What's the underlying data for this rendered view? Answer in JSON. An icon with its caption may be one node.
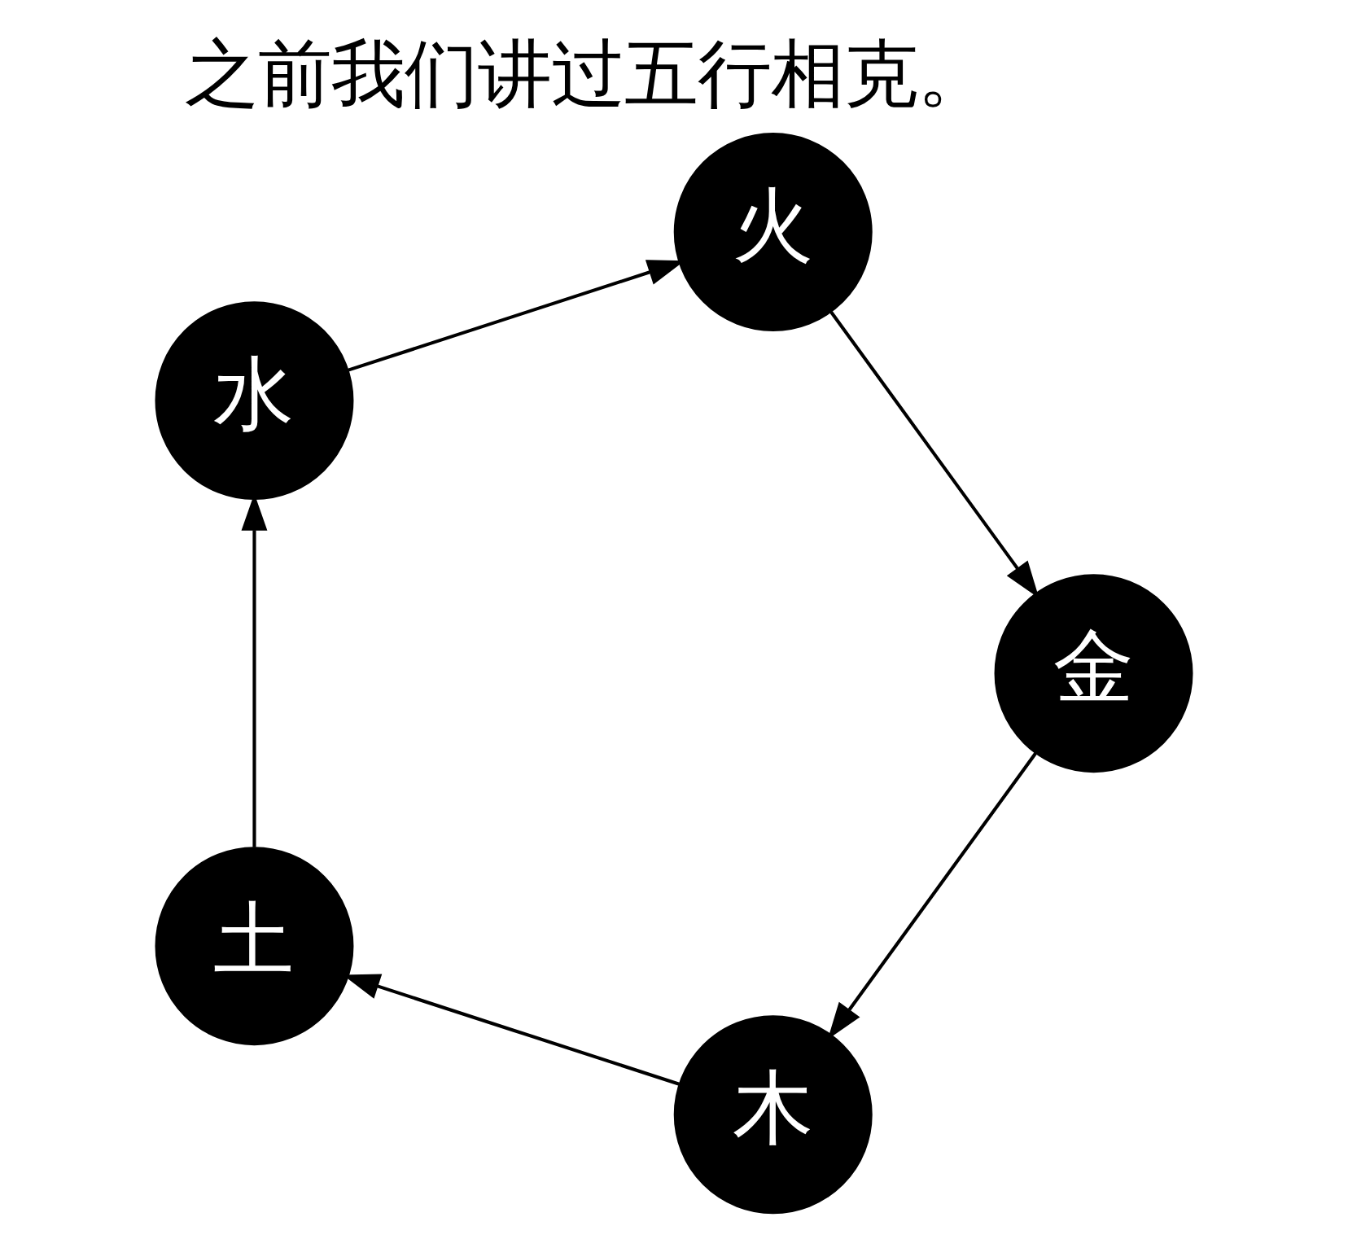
{
  "diagram": {
    "title": "之前我们讲过五行相克。",
    "nodes": [
      {
        "text": [
          "木"
        ]
      },
      {
        "text": [
          "水"
        ]
      },
      {
        "text": [
          "火"
        ]
      },
      {
        "text": [
          "金"
        ]
      },
      {
        "text": [
          "土"
        ]
      }
    ],
    "edges": [
      {
        "from": 0,
        "to": 4,
        "arrow": "to"
      },
      {
        "from": 4,
        "to": 1,
        "arrow": "to"
      },
      {
        "from": 1,
        "to": 2,
        "arrow": "to"
      },
      {
        "from": 2,
        "to": 3,
        "arrow": "to"
      },
      {
        "from": 3,
        "to": 0,
        "arrow": "to"
      }
    ]
  }
}
